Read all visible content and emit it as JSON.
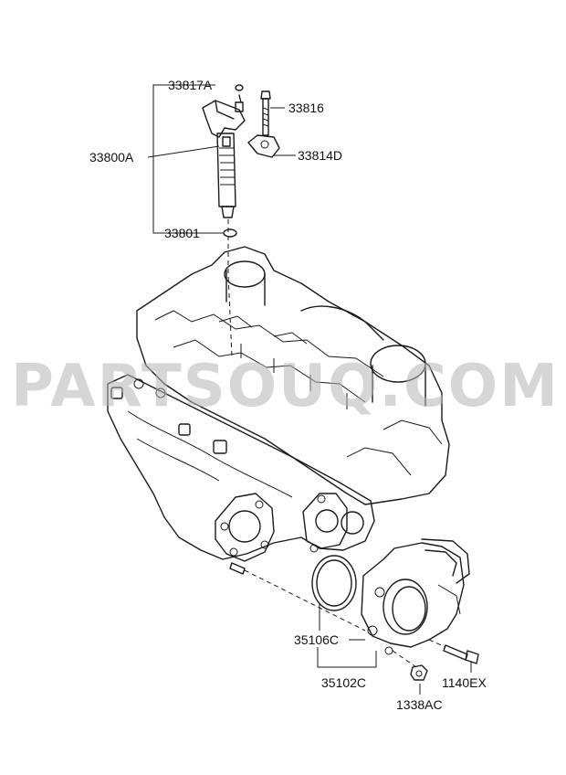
{
  "diagram": {
    "watermark": "PARTSOUQ.COM",
    "callouts": {
      "c33817A": "33817A",
      "c33816": "33816",
      "c33800A": "33800A",
      "c33814D": "33814D",
      "c33801": "33801",
      "c35106C": "35106C",
      "c35102C": "35102C",
      "c1140EX": "1140EX",
      "c1338AC": "1338AC"
    }
  }
}
